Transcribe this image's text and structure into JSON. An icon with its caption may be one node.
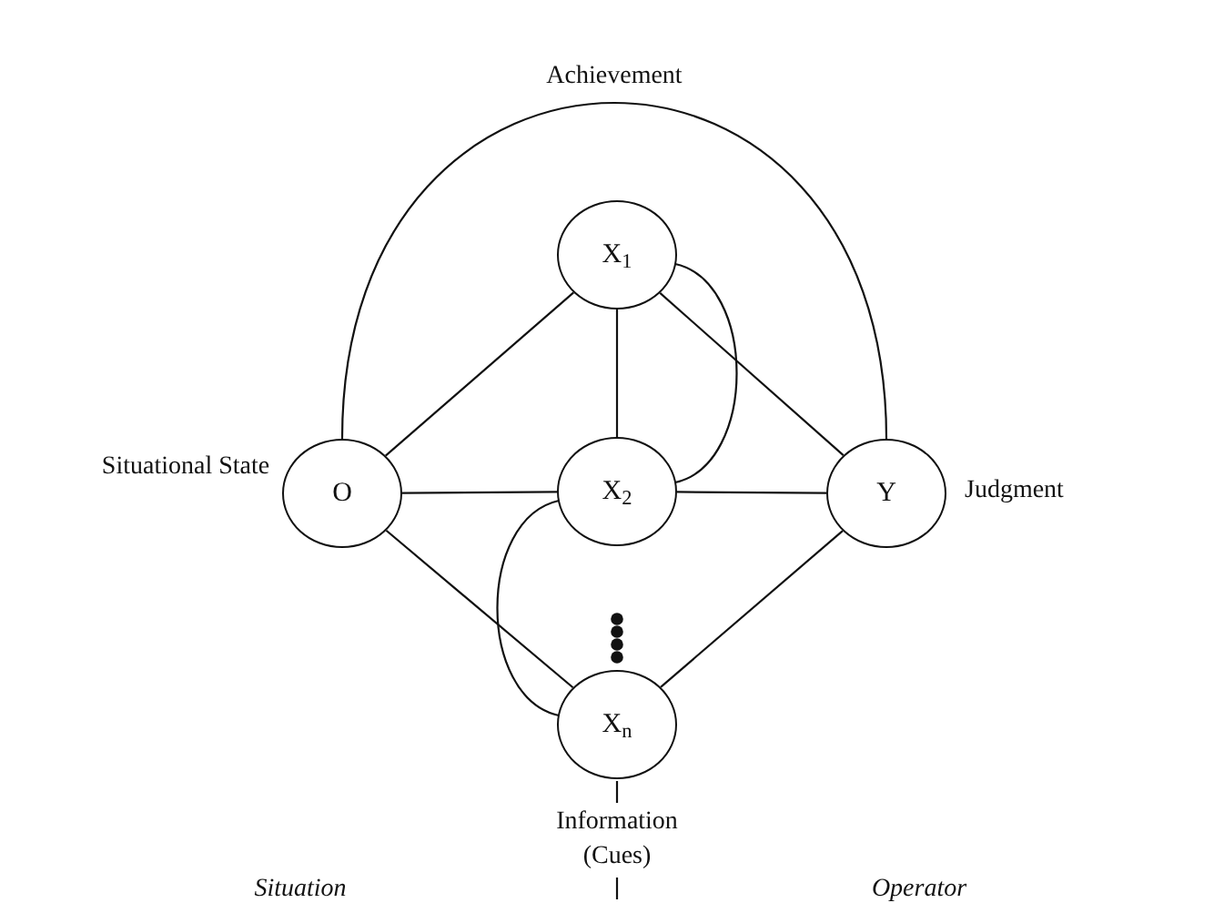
{
  "diagram": {
    "nodes": [
      {
        "text": [
          "O"
        ],
        "beside": [
          "Situational State"
        ]
      },
      {
        "text": [
          "X$_{1}$"
        ]
      },
      {
        "text": [
          "X$_{2}$"
        ]
      },
      {
        "text": [
          "X$_{n}$"
        ],
        "beside": [
          "Information (Cues)"
        ]
      },
      {
        "text": [
          "Y"
        ],
        "beside": [
          "Judgment"
        ]
      }
    ],
    "edges": [
      {
        "from": 0,
        "to": 4,
        "arrow": "none",
        "label": "Achievement"
      },
      {
        "from": 0,
        "to": 1,
        "arrow": "none"
      },
      {
        "from": 0,
        "to": 2,
        "arrow": "none"
      },
      {
        "from": 0,
        "to": 3,
        "arrow": "none"
      },
      {
        "from": 1,
        "to": 4,
        "arrow": "none"
      },
      {
        "from": 2,
        "to": 4,
        "arrow": "none"
      },
      {
        "from": 3,
        "to": 4,
        "arrow": "none"
      },
      {
        "from": 1,
        "to": 2,
        "arrow": "none"
      },
      {
        "from": 1,
        "to": 2,
        "arrow": "none"
      },
      {
        "from": 2,
        "to": 3,
        "arrow": "none"
      }
    ],
    "labels": [
      "Situation",
      "Operator"
    ]
  }
}
